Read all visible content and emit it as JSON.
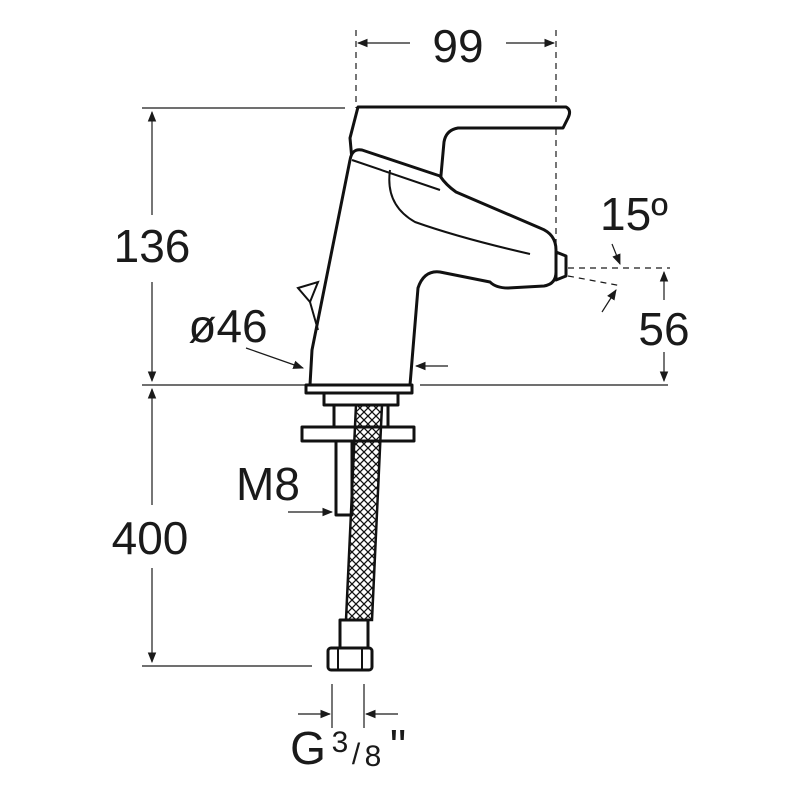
{
  "drawing": {
    "dim_width": "99",
    "dim_height": "136",
    "dim_angle": "15º",
    "dim_spout_height": "56",
    "dim_diameter": "ø46",
    "dim_thread": "M8",
    "dim_hose": "400",
    "dim_connection_prefix": "G",
    "dim_connection_num": "3",
    "dim_connection_slash": "/",
    "dim_connection_den": "8",
    "dim_connection_suffix": "\""
  }
}
